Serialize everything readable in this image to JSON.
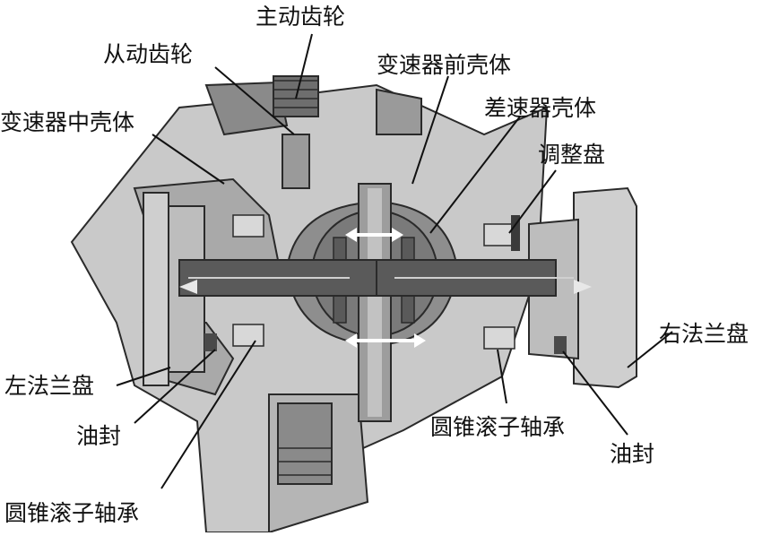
{
  "labels": {
    "drive_gear": "主动齿轮",
    "driven_gear": "从动齿轮",
    "front_housing": "变速器前壳体",
    "diff_housing": "差速器壳体",
    "middle_housing": "变速器中壳体",
    "shim": "调整盘",
    "right_flange": "右法兰盘",
    "left_flange": "左法兰盘",
    "oil_seal_left": "油封",
    "oil_seal_right": "油封",
    "bearing_left": "圆锥滚子轴承",
    "bearing_right": "圆锥滚子轴承"
  },
  "colors": {
    "background": "#ffffff",
    "housing_light": "#c9c9c9",
    "housing_mid": "#a9a9a9",
    "housing_dark": "#6e6e6e",
    "shaft": "#5a5a5a",
    "outline": "#2a2a2a",
    "leader_line": "#111111"
  }
}
